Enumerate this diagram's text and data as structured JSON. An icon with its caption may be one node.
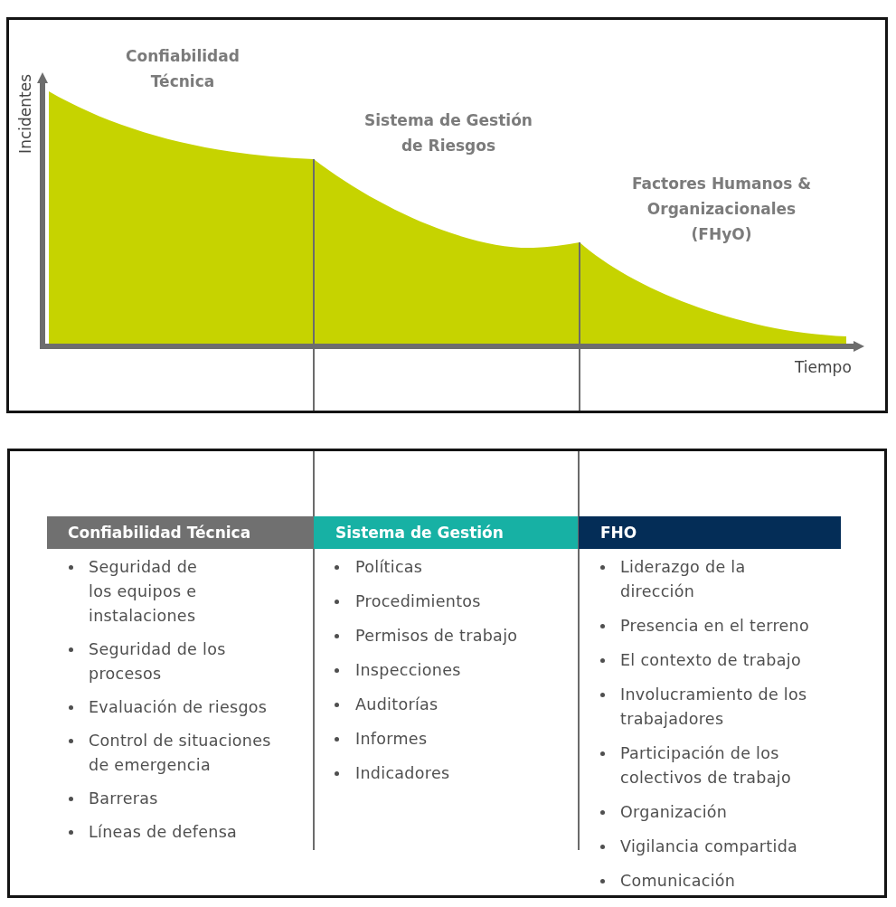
{
  "diagram": {
    "nodes": [
      {
        "text": [
          "Confiabilidad Técnica"
        ],
        "beside": [
          "Seguridad de los equipos e instalaciones",
          "Seguridad de los procesos",
          "Evaluación de riesgos",
          "Control de situaciones de emergencia",
          "Barreras",
          "Líneas de defensa"
        ]
      },
      {
        "text": [
          "Sistema de Gestión"
        ],
        "beside": [
          "Políticas",
          "Procedimientos",
          "Permisos de trabajo",
          "Inspecciones",
          "Auditorías",
          "Informes",
          "Indicadores"
        ]
      },
      {
        "text": [
          "FHO"
        ],
        "beside": [
          "Liderazgo de la dirección",
          "Presencia en el terreno",
          "El contexto de trabajo",
          "Involucramiento de los trabajadores",
          "Participación de los colectivos de trabajo",
          "Organización",
          "Vigilancia compartida",
          "Comunicación"
        ]
      }
    ],
    "labels": [
      "Confiabilidad Técnica",
      "Incidentes",
      "Sistema de Gestión de Riesgos",
      "Factores Humanos & Organizacionales (FHyO)",
      "Tiempo"
    ]
  }
}
